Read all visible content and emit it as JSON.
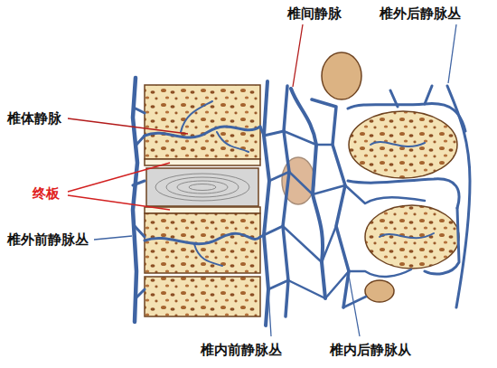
{
  "diagram": {
    "labels": [
      "椎间静脉",
      "椎外后静脉丛",
      "椎体静脉",
      "终板",
      "椎外前静脉丛",
      "椎内前静脉丛",
      "椎内后静脉从"
    ]
  }
}
